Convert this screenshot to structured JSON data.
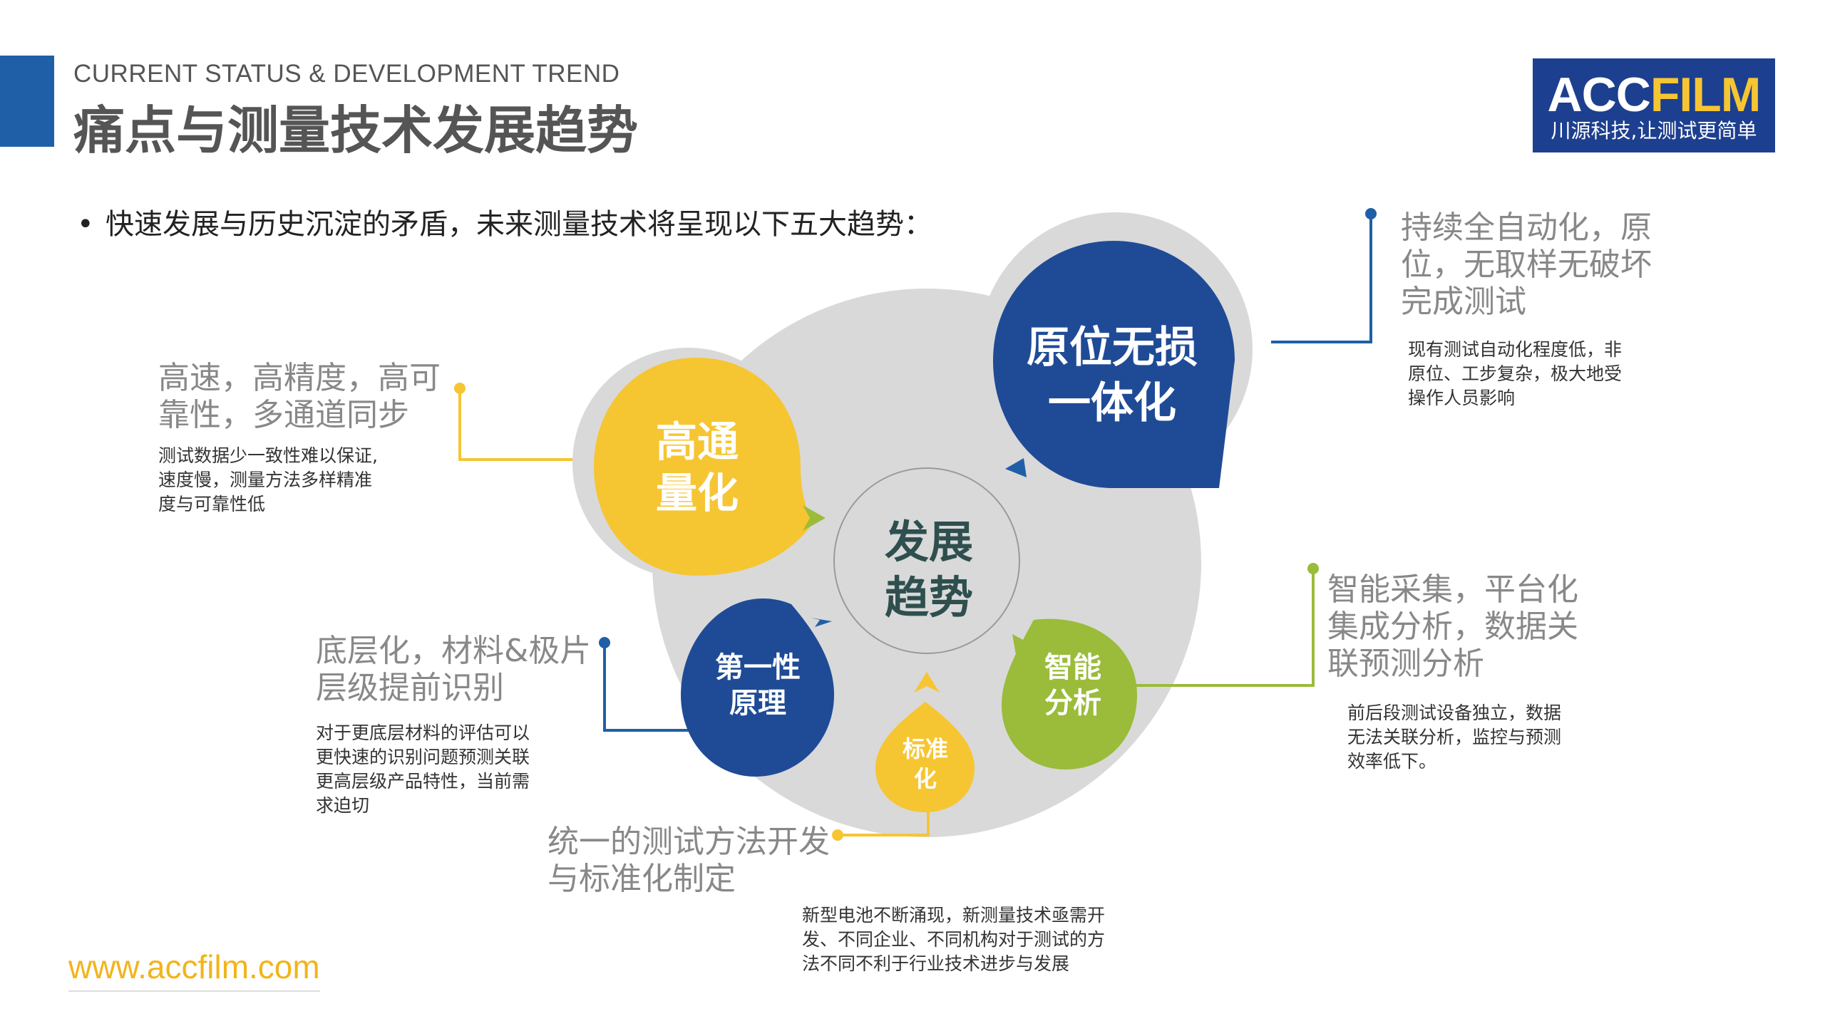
{
  "header": {
    "subtitle_en": "CURRENT STATUS & DEVELOPMENT TREND",
    "title": "痛点与测量技术发展趋势"
  },
  "logo": {
    "text_acc": "ACC",
    "text_film": "FILM",
    "tagline": "川源科技,让测试更简单"
  },
  "intro": {
    "bullet": "•",
    "text": "快速发展与历史沉淀的矛盾，未来测量技术将呈现以下五大趋势："
  },
  "diagram": {
    "center": {
      "line1": "发展",
      "line2": "趋势"
    },
    "nodes": {
      "high_throughput": {
        "line1": "高通",
        "line2": "量化",
        "color": "#f6c532"
      },
      "in_situ": {
        "line1": "原位无损",
        "line2": "一体化",
        "color": "#1f4b96"
      },
      "first_principle": {
        "line1": "第一性",
        "line2": "原理",
        "color": "#1f4b96"
      },
      "intelligent": {
        "line1": "智能",
        "line2": "分析",
        "color": "#9bbb3b"
      },
      "standardization": {
        "line1": "标准",
        "line2": "化",
        "color": "#f6c532"
      }
    }
  },
  "trends": {
    "high_throughput": {
      "head_lines": [
        "高速，高精度，高可",
        "靠性，多通道同步"
      ],
      "desc_lines": [
        "测试数据少一致性难以保证,",
        "速度慢，测量方法多样精准",
        "度与可靠性低"
      ]
    },
    "in_situ": {
      "head_lines": [
        "持续全自动化，原",
        "位，无取样无破坏",
        "完成测试"
      ],
      "desc_lines": [
        "现有测试自动化程度低，非",
        "原位、工步复杂，极大地受",
        "操作人员影响"
      ]
    },
    "first_principle": {
      "head_lines": [
        "底层化，材料&极片",
        "层级提前识别"
      ],
      "desc_lines": [
        "对于更底层材料的评估可以",
        "更快速的识别问题预测关联",
        "更高层级产品特性，当前需",
        "求迫切"
      ]
    },
    "intelligent": {
      "head_lines": [
        "智能采集，平台化",
        "集成分析，数据关",
        "联预测分析"
      ],
      "desc_lines": [
        "前后段测试设备独立，数据",
        "无法关联分析，监控与预测",
        "效率低下。"
      ]
    },
    "standardization": {
      "head_lines": [
        "统一的测试方法开发",
        "与标准化制定"
      ],
      "desc_lines": [
        "新型电池不断涌现，新测量技术亟需开",
        "发、不同企业、不同机构对于测试的方",
        "法不同不利于行业技术进步与发展"
      ]
    }
  },
  "colors": {
    "accent_blue": "#1f5fa8",
    "yellow": "#f6c532",
    "navy": "#1f4b96",
    "green": "#9bbb3b",
    "gray_bg": "#d9d9d9"
  },
  "footer": {
    "website": "www.accfilm.com"
  }
}
